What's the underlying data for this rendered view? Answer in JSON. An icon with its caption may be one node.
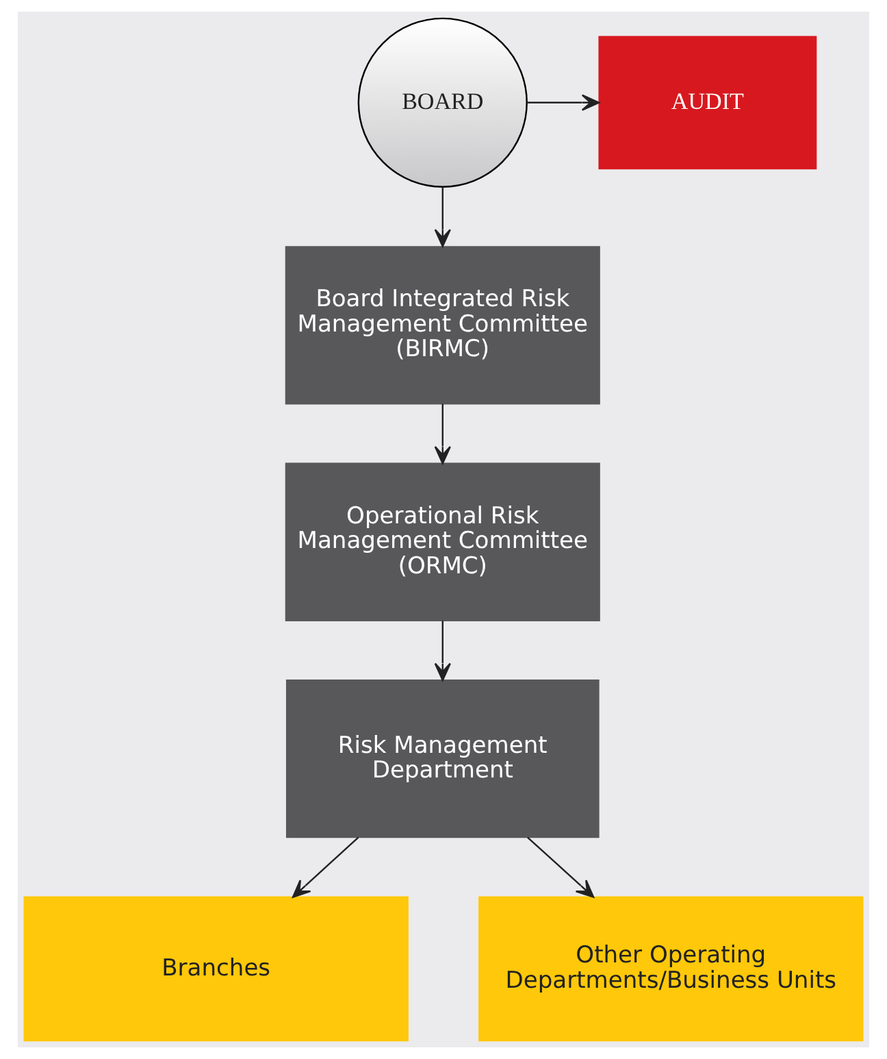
{
  "diagram": {
    "nodes": [
      {
        "text": [
          "BOARD"
        ]
      },
      {
        "text": [
          "AUDIT"
        ]
      },
      {
        "text": [
          "Board Integrated Risk Management Committee (BIRMC)"
        ]
      },
      {
        "text": [
          "Operational Risk Management Committee (ORMC)"
        ]
      },
      {
        "text": [
          "Risk Management Department"
        ]
      },
      {
        "text": [
          "Branches"
        ]
      },
      {
        "text": [
          "Other Operating Departments/Business Units"
        ]
      }
    ],
    "edges": [
      {
        "from": 0,
        "to": 1,
        "arrow": "to"
      },
      {
        "from": 0,
        "to": 2,
        "arrow": "to"
      },
      {
        "from": 2,
        "to": 3,
        "arrow": "to"
      },
      {
        "from": 3,
        "to": 4,
        "arrow": "to"
      },
      {
        "from": 4,
        "to": 5,
        "arrow": "to"
      },
      {
        "from": 4,
        "to": 6,
        "arrow": "to"
      }
    ]
  }
}
